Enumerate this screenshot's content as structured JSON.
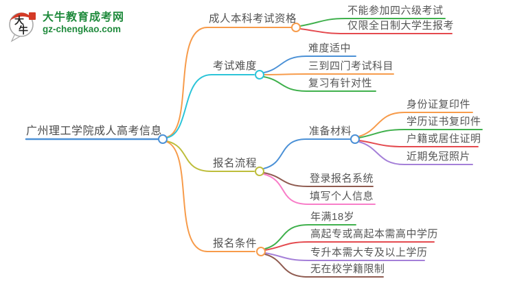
{
  "logo": {
    "icon_char_top": "大",
    "icon_char_bottom": "牛",
    "site_name": "大牛教育成考网",
    "site_url": "gz-chengkao.com"
  },
  "palette": {
    "orange": "#F79B4A",
    "cyan": "#2BC4D8",
    "olive": "#BDBD3A",
    "blue": "#4A90D6",
    "green": "#3FB04C",
    "red": "#E4494E",
    "brown": "#8F5B50",
    "pink": "#F87DC8",
    "purple": "#A47FD8",
    "logo_green": "#1F8A3C",
    "logo_red": "#D43A26",
    "text_gray": "#555555"
  },
  "mindmap": {
    "root": {
      "label": "广州理工学院成人高考信息"
    },
    "branches": [
      {
        "label": "成人本科考试资格",
        "children": [
          {
            "label": "不能参加四六级考试"
          },
          {
            "label": "仅限全日制大学生报考"
          }
        ]
      },
      {
        "label": "考试难度",
        "children": [
          {
            "label": "难度适中"
          },
          {
            "label": "三到四门考试科目"
          },
          {
            "label": "复习有针对性"
          }
        ]
      },
      {
        "label": "报名流程",
        "children": [
          {
            "label": "准备材料",
            "children": [
              {
                "label": "身份证复印件"
              },
              {
                "label": "学历证书复印件"
              },
              {
                "label": "户籍或居住证明"
              },
              {
                "label": "近期免冠照片"
              }
            ]
          },
          {
            "label": "登录报名系统"
          },
          {
            "label": "填写个人信息"
          }
        ]
      },
      {
        "label": "报名条件",
        "children": [
          {
            "label": "年满18岁"
          },
          {
            "label": "高起专或高起本需高中学历"
          },
          {
            "label": "专升本需大专及以上学历"
          },
          {
            "label": "无在校学籍限制"
          }
        ]
      }
    ]
  }
}
